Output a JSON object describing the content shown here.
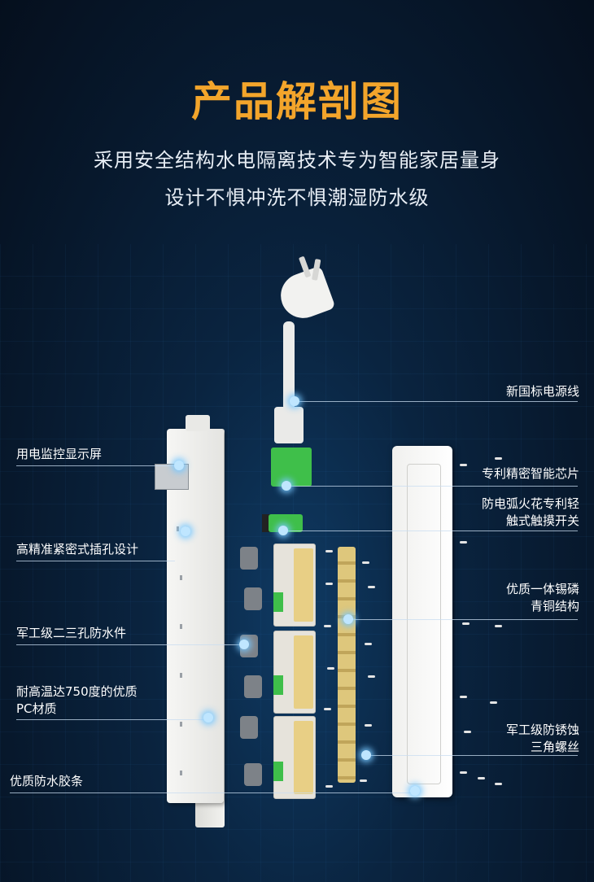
{
  "header": {
    "title": "产品解剖图",
    "subtitle_line1": "采用安全结构水电隔离技术专为智能家居量身",
    "subtitle_line2": "设计不惧冲洗不惧潮湿防水级"
  },
  "callouts": {
    "left": [
      {
        "key": "display",
        "lines": [
          "用电监控显示屏"
        ]
      },
      {
        "key": "socket",
        "lines": [
          "高精准紧密式插孔设计"
        ]
      },
      {
        "key": "waterproof_part",
        "lines": [
          "军工级二三孔防水件"
        ]
      },
      {
        "key": "pc_material",
        "lines": [
          "耐高温达750度的优质",
          "PC材质"
        ]
      },
      {
        "key": "gasket",
        "lines": [
          "优质防水胶条"
        ]
      }
    ],
    "right": [
      {
        "key": "power_cord",
        "lines": [
          "新国标电源线"
        ]
      },
      {
        "key": "chip",
        "lines": [
          "专利精密智能芯片"
        ]
      },
      {
        "key": "switch",
        "lines": [
          "防电弧火花专利轻",
          "触式触摸开关"
        ]
      },
      {
        "key": "bronze",
        "lines": [
          "优质一体锡磷",
          "青铜结构"
        ]
      },
      {
        "key": "screws",
        "lines": [
          "军工级防锈蚀",
          "三角螺丝"
        ]
      }
    ]
  },
  "colors": {
    "title": "#f3a52b",
    "background": "#0a2440",
    "callout_dot": "#bfe6ff"
  }
}
